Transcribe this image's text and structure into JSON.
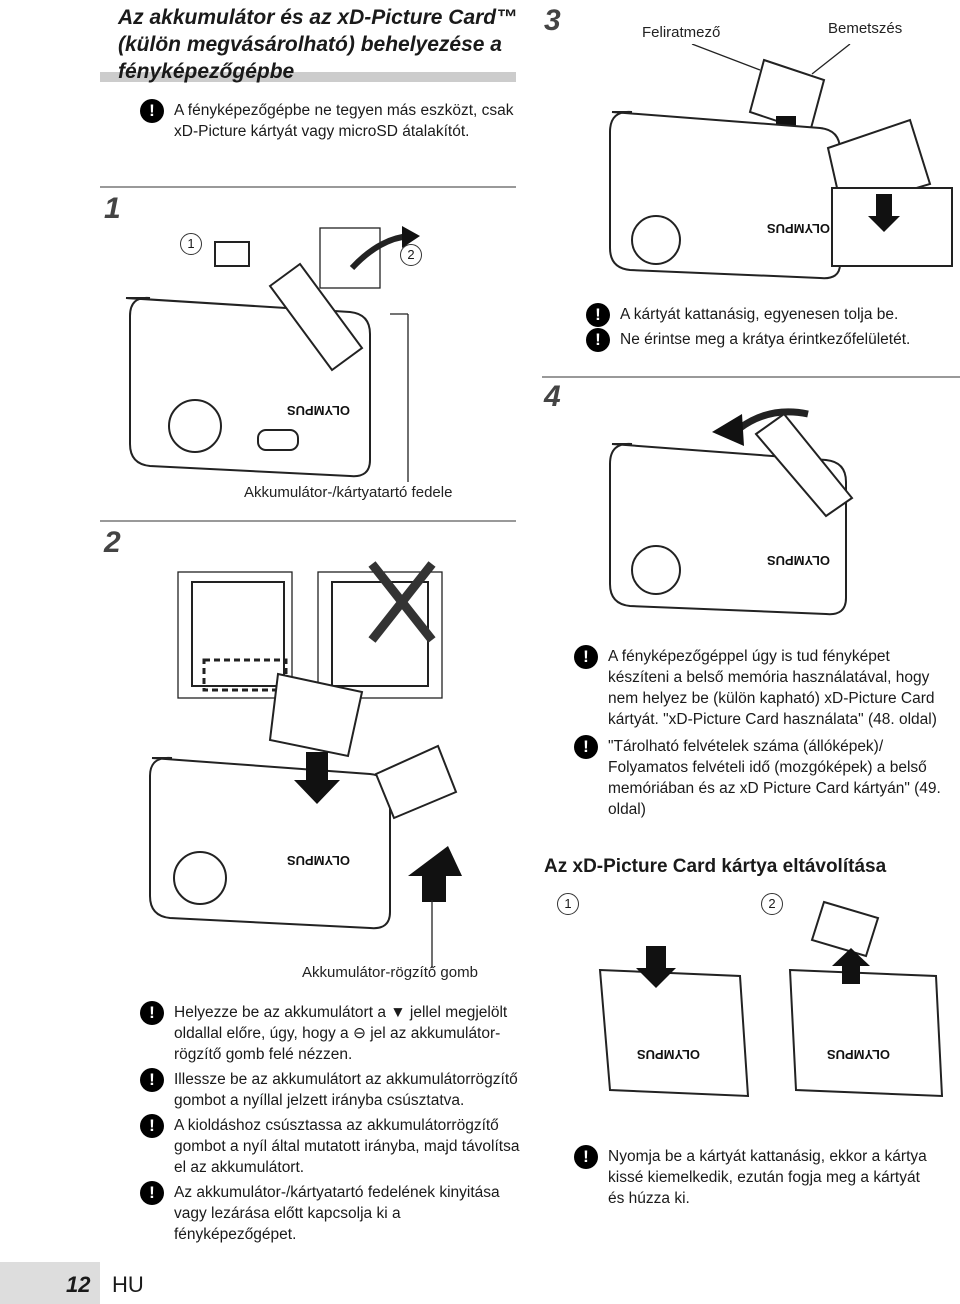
{
  "section_title": "Az akkumulátor és az xD-Picture Card™ (külön megvásárolható) behelyezése a fényképezőgépbe",
  "intro_warning": "A fényképezőgépbe ne tegyen más eszközt, csak xD-Picture kártyát vagy microSD átalakítót.",
  "steps": {
    "s1": "1",
    "s2": "2",
    "s3": "3",
    "s4": "4"
  },
  "step1": {
    "sub1": "1",
    "sub2": "2",
    "cover_label": "Akkumulátor-/kártyatartó fedele"
  },
  "step2": {
    "lock_label": "Akkumulátor-rögzítő gomb",
    "warnings": [
      "Helyezze be az akkumulátort a ▼ jellel megjelölt oldallal előre, úgy, hogy a ⊖ jel az akkumulátor-rögzítő gomb felé nézzen.",
      "Illessze be az akkumulátort az akkumulátorrögzítő gombot a nyíllal jelzett irányba csúsztatva.",
      "A kioldáshoz csúsztassa az akkumulátorrögzítő gombot a nyíl által mutatott irányba, majd távolítsa el az akkumulátort.",
      "Az akkumulátor-/kártyatartó fedelének kinyitása vagy lezárása előtt kapcsolja ki a fényképezőgépet."
    ]
  },
  "step3": {
    "label_area": "Feliratmező",
    "notch": "Bemetszés",
    "warnings": [
      "A kártyát kattanásig, egyenesen tolja be.",
      "Ne érintse meg a krátya érintkezőfelületét."
    ]
  },
  "step4": {
    "warnings": [
      "A fényképezőgéppel úgy is tud fényképet készíteni a belső memória használatával, hogy nem helyez be (külön kapható) xD-Picture Card kártyát. \"xD-Picture Card használata\" (48. oldal)",
      "\"Tárolható felvételek száma (állóképek)/ Folyamatos felvételi idő (mozgóképek) a belső memóriában és az xD Picture Card kártyán\" (49. oldal)"
    ]
  },
  "removal": {
    "heading": "Az xD-Picture Card kártya eltávolítása",
    "sub1": "1",
    "sub2": "2",
    "warning": "Nyomja be a kártyát kattanásig, ekkor a kártya kissé kiemelkedik, ezután fogja meg a kártyát és húzza ki."
  },
  "brand": "OLYMPUS",
  "footer": {
    "page": "12",
    "lang": "HU"
  }
}
